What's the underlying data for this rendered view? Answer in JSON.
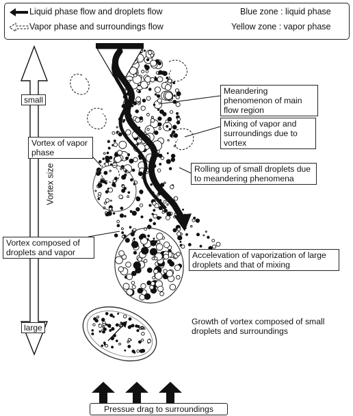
{
  "legend": {
    "liquid_flow": "Liquid phase flow and droplets flow",
    "vapor_flow": "Vapor phase and surroundings flow",
    "blue_zone": "Blue zone : liquid phase",
    "yellow_zone": "Yellow zone : vapor phase"
  },
  "scale": {
    "small": "small",
    "large": "large",
    "axis_label": "Vortex size"
  },
  "annotations": {
    "meandering": "Meandering phenomenon of main flow region",
    "mixing": "Mixing of vapor and surroundings due to vortex",
    "rolling_up": "Rolling up of small droplets due to meandering phenomena",
    "vortex_vapor": "Vortex of vapor phase",
    "vortex_droplets": "Vortex composed of droplets and vapor",
    "acceleration": "Accelevation of vaporization of large droplets and that of mixing",
    "growth": "Growth of vortex composed of small droplets and surroundings",
    "pressure_drag": "Pressue drag to surroundings"
  }
}
